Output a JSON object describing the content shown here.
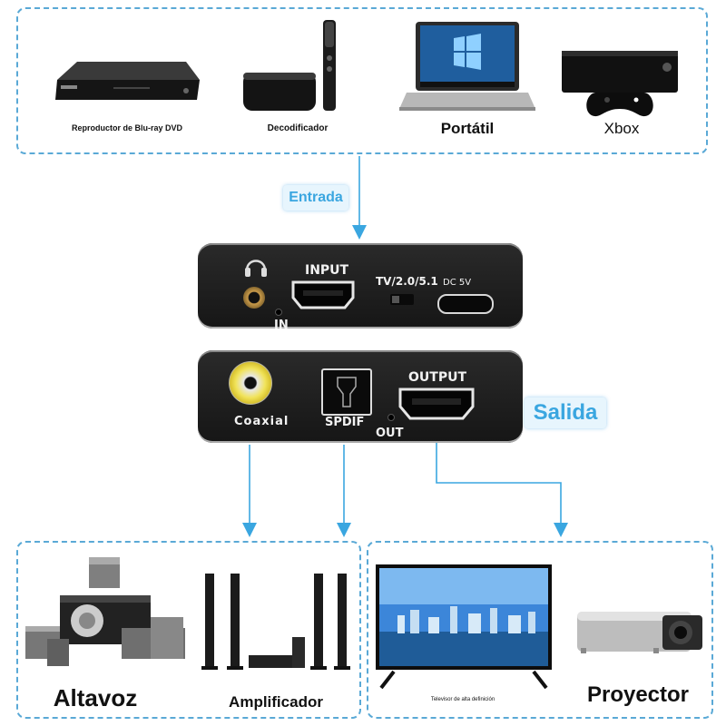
{
  "sources": {
    "items": [
      {
        "label": "Reproductor de Blu-ray DVD",
        "icon": "blu-ray-player-icon"
      },
      {
        "label": "Decodificador",
        "icon": "set-top-box-icon"
      },
      {
        "label": "Portátil",
        "icon": "laptop-icon"
      },
      {
        "label": "Xbox",
        "icon": "xbox-console-icon"
      }
    ]
  },
  "tags": {
    "input": "Entrada",
    "output": "Salida"
  },
  "device_front": {
    "input_label": "INPUT",
    "in_label": "IN",
    "switch_label": "TV/2.0/5.1",
    "power_label": "DC 5V"
  },
  "device_back": {
    "coaxial_label": "Coaxial",
    "spdif_label": "SPDIF",
    "output_label": "OUTPUT",
    "out_label": "OUT"
  },
  "outputs": {
    "speaker": "Altavoz",
    "amplifier": "Amplificador",
    "tv": "Televisor de alta definición",
    "projector": "Proyector"
  },
  "colors": {
    "accent": "#3aa6e0",
    "dashed": "#5aa9d6",
    "panel": "#1e1e1e"
  }
}
